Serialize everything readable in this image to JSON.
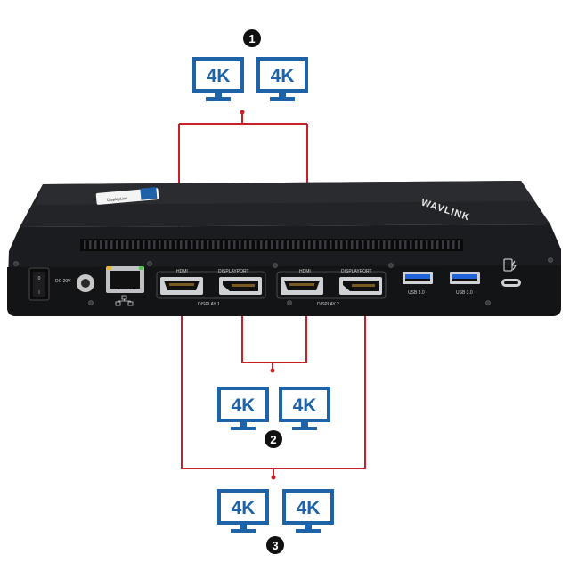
{
  "badges": [
    "1",
    "2",
    "3"
  ],
  "monitor_label": "4K",
  "colors": {
    "monitor_blue": "#1e63a8",
    "line_red": "#c8202a",
    "dock_body": "#1b1c1f"
  },
  "dock": {
    "brand": "WAVLINK",
    "chip_tag": "DisplayLink",
    "power_off": "0",
    "power_on": "I",
    "dc_label": "DC 20V",
    "port_hdmi_1": "HDMI",
    "port_dp_1": "DISPLAYPORT",
    "display_1": "DISPLAY 1",
    "port_hdmi_2": "HDMI",
    "port_dp_2": "DISPLAYPORT",
    "display_2": "DISPLAY 2",
    "usb_1": "USB 3.0",
    "usb_2": "USB 3.0"
  },
  "icons": [
    "ethernet-icon",
    "charging-phone-icon"
  ]
}
